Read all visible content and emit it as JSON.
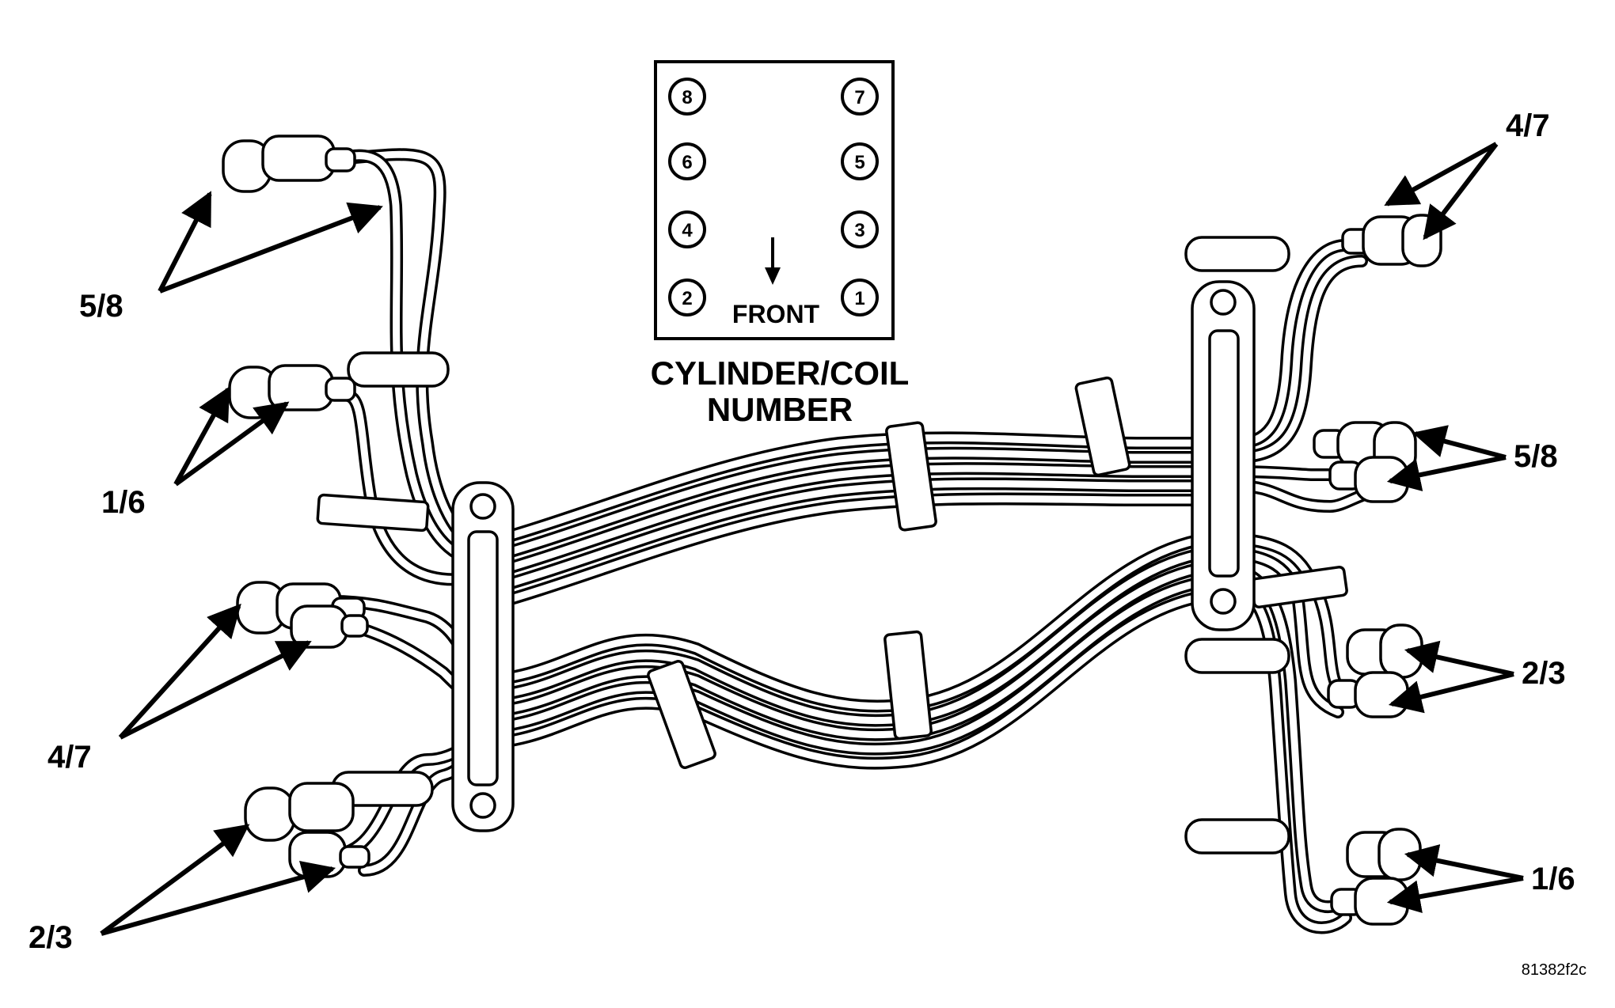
{
  "diagram": {
    "legend": {
      "cylinders": [
        {
          "id": "8",
          "label": "8"
        },
        {
          "id": "7",
          "label": "7"
        },
        {
          "id": "6",
          "label": "6"
        },
        {
          "id": "5",
          "label": "5"
        },
        {
          "id": "4",
          "label": "4"
        },
        {
          "id": "3",
          "label": "3"
        },
        {
          "id": "2",
          "label": "2"
        },
        {
          "id": "1",
          "label": "1"
        }
      ],
      "front_label": "FRONT",
      "caption_line1": "CYLINDER/COIL",
      "caption_line2": "NUMBER"
    },
    "left_labels": [
      "5/8",
      "1/6",
      "4/7",
      "2/3"
    ],
    "right_labels": [
      "4/7",
      "5/8",
      "2/3",
      "1/6"
    ],
    "figure_code": "81382f2c"
  }
}
